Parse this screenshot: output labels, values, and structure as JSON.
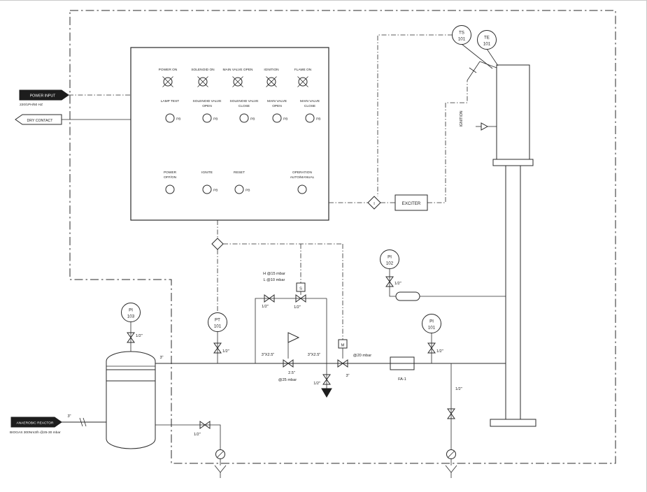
{
  "panel": {
    "lamps": [
      "POWER ON",
      "SOLENOID ON",
      "MAIN VALVE OPEN",
      "IGNITION",
      "FLAME ON"
    ],
    "row2": [
      {
        "l1": "LAMP TEST",
        "l2": "",
        "pb": "PB"
      },
      {
        "l1": "SOLENOID VALVE",
        "l2": "OPEN",
        "pb": "PB"
      },
      {
        "l1": "SOLENOID VALVE",
        "l2": "CLOSE",
        "pb": "PB"
      },
      {
        "l1": "MAIN VALVE",
        "l2": "OPEN",
        "pb": "PB"
      },
      {
        "l1": "MAIN VALVE",
        "l2": "CLOSE",
        "pb": "PB"
      }
    ],
    "row3": [
      {
        "l1": "POWER",
        "l2": "OFF/ON",
        "pb": ""
      },
      {
        "l1": "IGNITE",
        "l2": "",
        "pb": "PB"
      },
      {
        "l1": "RESET",
        "l2": "",
        "pb": "PB"
      },
      {
        "l1": "OPERATION",
        "l2": "AUTO/MANUAL",
        "pb": ""
      }
    ]
  },
  "instruments": {
    "ts101": {
      "tag": "TS",
      "num": "101"
    },
    "te101": {
      "tag": "TE",
      "num": "101"
    },
    "pi102": {
      "tag": "PI",
      "num": "102"
    },
    "pi103": {
      "tag": "PI",
      "num": "103"
    },
    "pt101": {
      "tag": "PT",
      "num": "101"
    },
    "pi101": {
      "tag": "PI",
      "num": "101"
    }
  },
  "equipment": {
    "exciter": "EXCITER",
    "ignition": "IGNITION",
    "flame_arrestor": "FA-1",
    "solenoid_box": "S",
    "motor_box": "M",
    "interlock": "I"
  },
  "flags": {
    "power_input": "POWER INPUT",
    "power_input_sub": "220/1PH/50 HZ",
    "dry_contact": "DRY CONTACT",
    "reactor": "ANAEROBIC REACTOR",
    "reactor_sub": "BIOGAS 300Nm3/h @25-30 mbar"
  },
  "sizes": {
    "half": "1/2\"",
    "three": "3\"",
    "reducer": "3\"X2.5\"",
    "twohalf": "2.5\""
  },
  "settings": {
    "reg": "@25 mbar",
    "m": "@20 mbar",
    "high": "H @15 mbar",
    "low": "L @10 mbar"
  }
}
